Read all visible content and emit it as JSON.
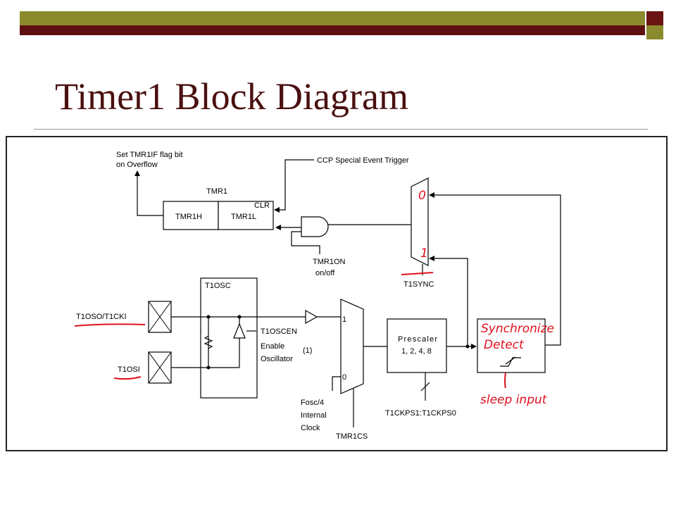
{
  "slide": {
    "title": "Timer1 Block Diagram"
  },
  "diagram": {
    "labels": {
      "set_flag_line1": "Set TMR1IF flag bit",
      "set_flag_line2": "on Overflow",
      "ccp_trigger": "CCP Special Event Trigger",
      "tmr1": "TMR1",
      "tmr1h": "TMR1H",
      "tmr1l": "TMR1L",
      "clr": "CLR",
      "tmr1on_line1": "TMR1ON",
      "tmr1on_line2": "on/off",
      "mux_top_0": "0",
      "mux_top_1": "1",
      "t1sync": "T1SYNC",
      "t1osc": "T1OSC",
      "t1oso_t1cki": "T1OSO/T1CKI",
      "t1osi": "T1OSI",
      "t1oscen": "T1OSCEN",
      "enable": "Enable",
      "oscillator": "Oscillator",
      "note_1": "(1)",
      "mux_bottom_1": "1",
      "mux_bottom_0": "0",
      "fosc_line1": "Fosc/4",
      "fosc_line2": "Internal",
      "fosc_line3": "Clock",
      "tmr1cs": "TMR1CS",
      "prescaler_line1": "Prescaler",
      "prescaler_line2": "1, 2, 4, 8",
      "t1ckps": "T1CKPS1:T1CKPS0",
      "synchronize": "Synchronize",
      "detect": "Detect",
      "sleep_input": "sleep input"
    },
    "annotation_color": "#e0101e"
  }
}
